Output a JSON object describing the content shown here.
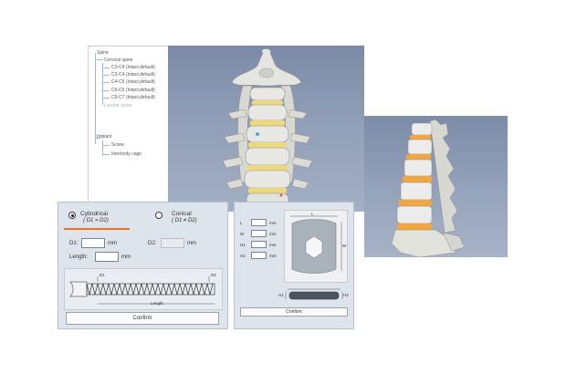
{
  "tree": {
    "root": "Spine",
    "cervical": "Cervical spine",
    "levels": [
      "C3-C4 (Intact,default)",
      "C3-C4 (Intact,default)",
      "C4-C5 (Intact,default)",
      "C5-C6 (Intact,default)",
      "C6-C7 (Intact,default)"
    ],
    "lumbar": "Lumbar spine",
    "implant": "Implant",
    "implant_items": [
      "Screw",
      "Interbody cage"
    ]
  },
  "screw_dialog": {
    "option_cylindrical": "Cylindrical",
    "option_cylindrical_eq": "( D1 = D2)",
    "option_conical": "Conical",
    "option_conical_eq": "( D1 ≠ D2)",
    "selected": "Cylindrical",
    "d1_label": "D1:",
    "d2_label": "D2:",
    "length_label": "Length:",
    "unit_mm": "mm",
    "diagram_d1": "D1",
    "diagram_d2": "D2",
    "diagram_length": "Length",
    "confirm_label": "Confirm",
    "accent_color": "#e8742a"
  },
  "cage_dialog": {
    "fields": [
      "L",
      "W",
      "H1",
      "H2"
    ],
    "unit_mm": "mm",
    "diagram_l": "L",
    "diagram_w": "W",
    "diagram_h1": "H1",
    "diagram_h2": "H2",
    "confirm_label": "Confirm"
  },
  "colors": {
    "viewport_bg": "#8e9cb6",
    "bone": "#e6e6e2",
    "disc": "#e9d57a",
    "lumbar_disc": "#f2a640"
  }
}
